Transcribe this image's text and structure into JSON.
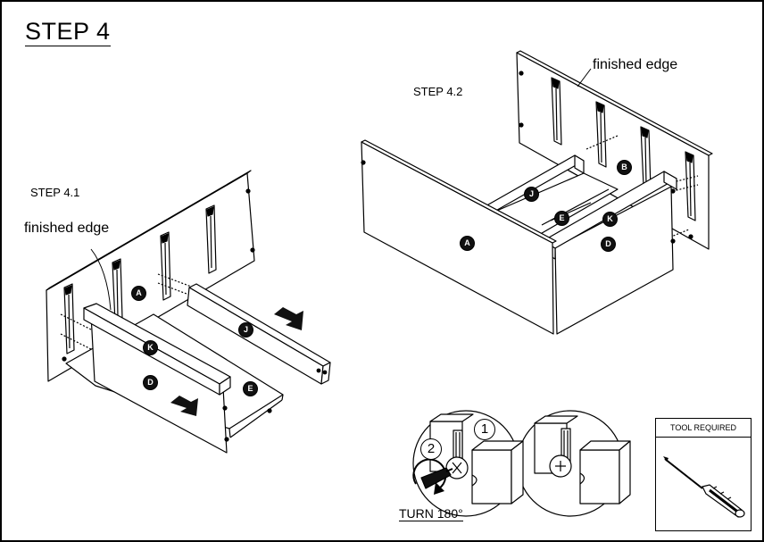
{
  "title": "STEP 4",
  "step_4_1": {
    "label": "STEP 4.1",
    "finished_edge": "finished edge",
    "parts": [
      "A",
      "J",
      "K",
      "D",
      "E"
    ]
  },
  "step_4_2": {
    "label": "STEP 4.2",
    "finished_edge": "finished edge",
    "parts": [
      "B",
      "J",
      "E",
      "K",
      "D",
      "A"
    ]
  },
  "detail": {
    "step_one": "1",
    "step_two": "2",
    "turn_label": "TURN 180°"
  },
  "tool_box": {
    "header": "TOOL REQUIRED",
    "tool_icon": "screwdriver-icon"
  },
  "colors": {
    "line": "#000000",
    "badge_fill": "#111111",
    "background": "#ffffff"
  }
}
